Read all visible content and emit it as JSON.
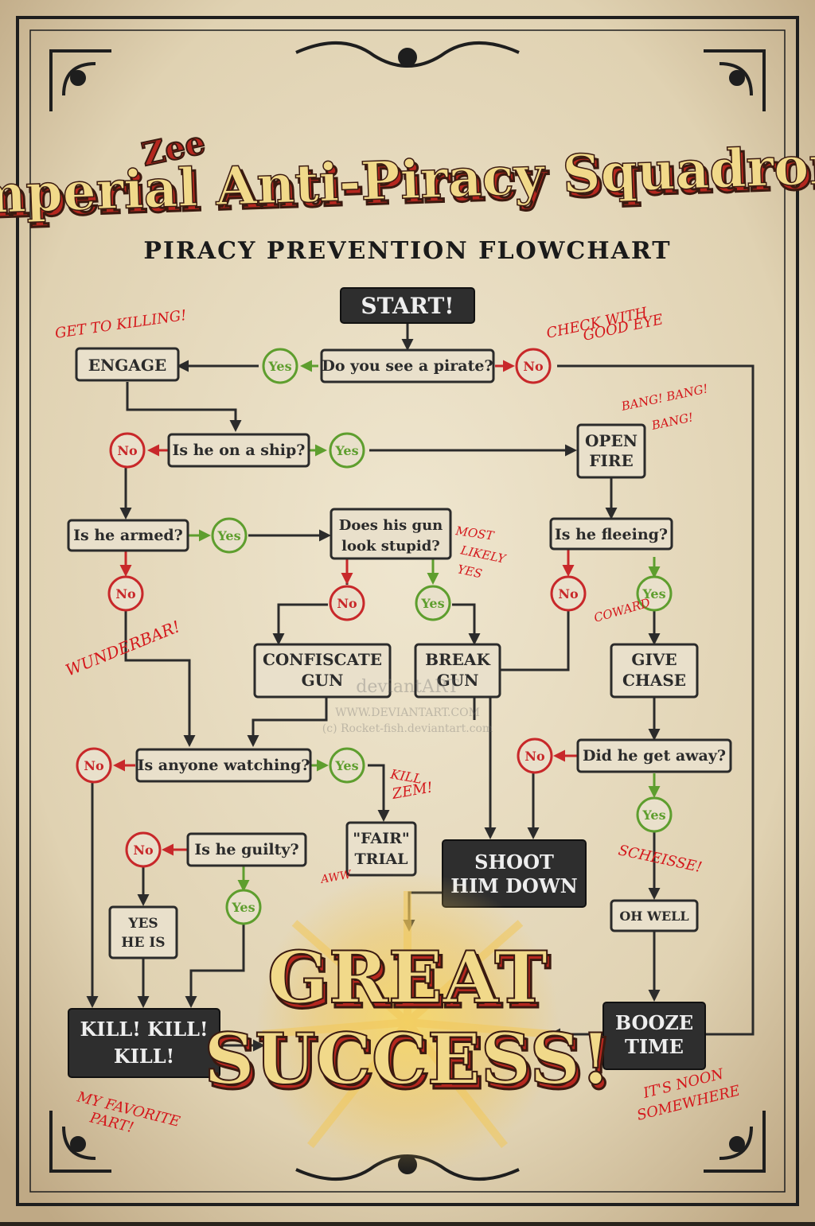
{
  "title": {
    "prefix": "Zee",
    "main": "Imperial Anti-Piracy Squadron!"
  },
  "subtitle": "PIRACY PREVENTION FLOWCHART",
  "colors": {
    "paper": "#e8dcc2",
    "ink": "#2b2b2b",
    "yes": "#5e9e2e",
    "no": "#c8282a",
    "title_fill": "#f1d98a",
    "title_shadow": "#b5271f",
    "scribble": "#d4181c"
  },
  "nodes": {
    "start": "START!",
    "engage": "ENGAGE",
    "q_pirate": "Do you see a pirate?",
    "q_ship": "Is he on a ship?",
    "open_fire_1": "OPEN",
    "open_fire_2": "FIRE",
    "q_armed": "Is he armed?",
    "q_gun_1": "Does his gun",
    "q_gun_2": "look stupid?",
    "q_fleeing": "Is he fleeing?",
    "confiscate_1": "CONFISCATE",
    "confiscate_2": "GUN",
    "break_1": "BREAK",
    "break_2": "GUN",
    "chase_1": "GIVE",
    "chase_2": "CHASE",
    "q_watching": "Is anyone watching?",
    "q_away": "Did he get away?",
    "trial_1": "\"FAIR\"",
    "trial_2": "TRIAL",
    "q_guilty": "Is he guilty?",
    "shoot_1": "SHOOT",
    "shoot_2": "HIM DOWN",
    "yes_he_is_1": "YES",
    "yes_he_is_2": "HE IS",
    "oh_well": "OH WELL",
    "kill_1": "KILL! KILL!",
    "kill_2": "KILL!",
    "booze_1": "BOOZE",
    "booze_2": "TIME",
    "great": "GREAT",
    "success": "SUCCESS!"
  },
  "labels": {
    "yes": "Yes",
    "no": "No"
  },
  "notes": {
    "get_to_killing": "GET TO KILLING!",
    "check_with": "CHECK WITH",
    "good_eye": "GOOD EYE",
    "bang1": "BANG! BANG!",
    "bang2": "BANG!",
    "most": "MOST",
    "likely": "LIKELY",
    "yes": "YES",
    "wunderbar": "WUNDERBAR!",
    "coward": "COWARD",
    "kill_zem_1": "KILL",
    "kill_zem_2": "ZEM!",
    "aww": "AWW",
    "scheisse": "SCHEISSE!",
    "favorite_1": "MY FAVORITE",
    "favorite_2": "PART!",
    "noon_1": "IT'S NOON",
    "noon_2": "SOMEWHERE"
  },
  "watermark": {
    "logo": "deviantART",
    "url": "WWW.DEVIANTART.COM",
    "credit": "(c) Rocket-fish.deviantart.com"
  }
}
